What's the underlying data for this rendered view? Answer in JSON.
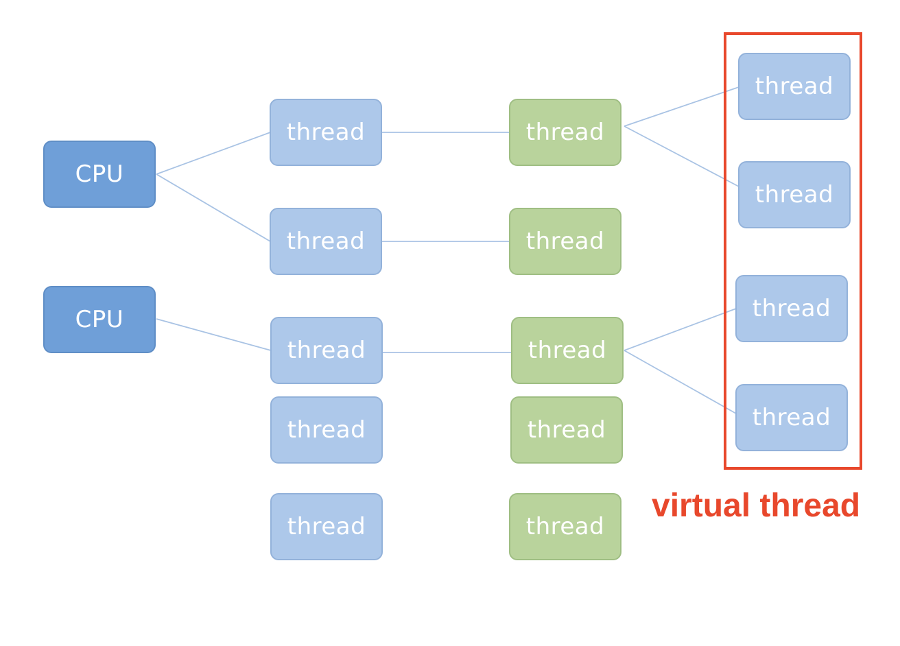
{
  "cpus": [
    {
      "label": "CPU"
    },
    {
      "label": "CPU"
    }
  ],
  "os_threads": [
    {
      "label": "thread"
    },
    {
      "label": "thread"
    },
    {
      "label": "thread"
    },
    {
      "label": "thread"
    },
    {
      "label": "thread"
    }
  ],
  "platform_threads": [
    {
      "label": "thread"
    },
    {
      "label": "thread"
    },
    {
      "label": "thread"
    },
    {
      "label": "thread"
    },
    {
      "label": "thread"
    }
  ],
  "virtual_threads": [
    {
      "label": "thread"
    },
    {
      "label": "thread"
    },
    {
      "label": "thread"
    },
    {
      "label": "thread"
    }
  ],
  "virtual_group_label": "virtual thread",
  "colors": {
    "cpu": "#6f9fd8",
    "os_thread": "#adc8ea",
    "platform_thread": "#b9d39c",
    "connector": "#a9c3e4",
    "highlight": "#e8482c"
  }
}
